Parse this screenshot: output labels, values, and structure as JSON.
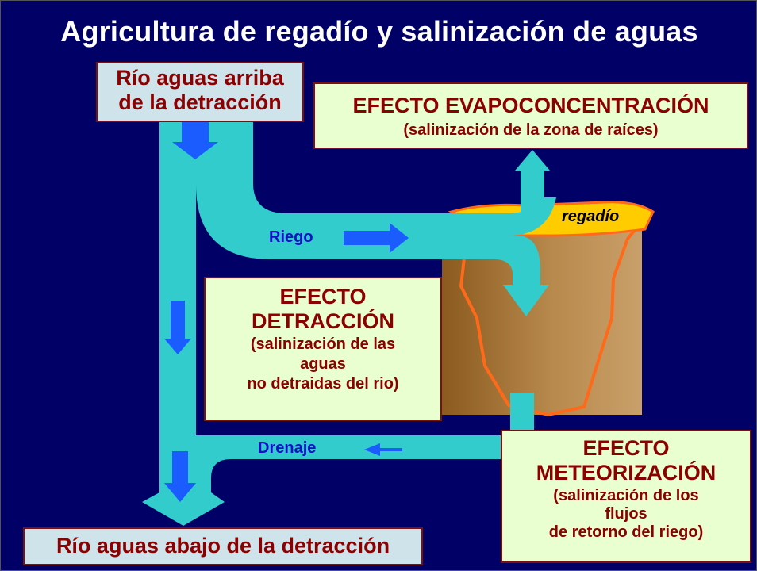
{
  "title": "Agricultura de regadío y salinización de aguas",
  "upstream_box": {
    "line1": "Río aguas arriba",
    "line2": "de la detracción"
  },
  "downstream_box": {
    "text": "Río aguas abajo de la detracción"
  },
  "evapo_box": {
    "line1": "EFECTO EVAPOCONCENTRACIÓN",
    "line2": "(salinización de la zona de raíces)"
  },
  "detraccion_box": {
    "line1": "EFECTO",
    "line2": "DETRACCIÓN",
    "line3": "(salinización de las",
    "line4": "aguas",
    "line5": "no detraidas del rio)"
  },
  "meteor_box": {
    "line1": "EFECTO",
    "line2": "METEORIZACIÓN",
    "line3": "(salinización de los",
    "line4": "flujos",
    "line5": "de retorno del riego)"
  },
  "labels": {
    "riego": "Riego",
    "drenaje": "Drenaje",
    "regadio": "regadío"
  },
  "colors": {
    "background": "#000066",
    "channel": "#33cccc",
    "arrow": "#1a5cff",
    "box_border": "#7a1010",
    "box_text": "#8b0000"
  }
}
